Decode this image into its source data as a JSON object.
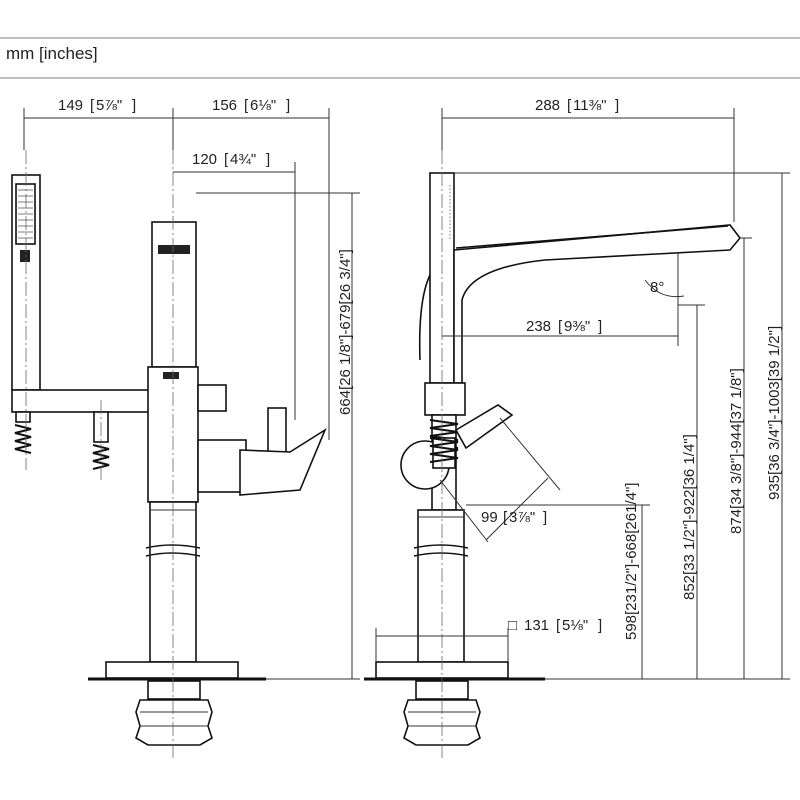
{
  "units_label": "mm [inches]",
  "dimensions": {
    "d149": {
      "value": "149",
      "imperial": "5⅞\""
    },
    "d156": {
      "value": "156",
      "imperial": "6⅛\""
    },
    "d120": {
      "value": "120",
      "imperial": "4¾\""
    },
    "d664": {
      "text": "664[26 1/8\"]-679[26 3/4\"]"
    },
    "d288": {
      "value": "288",
      "imperial": "11⅜\""
    },
    "d8deg": {
      "text": "8°"
    },
    "d238": {
      "value": "238",
      "imperial": "9⅜\""
    },
    "d99": {
      "value": "99",
      "imperial": "3⅞\""
    },
    "d131": {
      "value": "131",
      "imperial": "5⅛\"",
      "symbol": "□"
    },
    "d598": {
      "text": "598[231/2\"]-668[261/4\"]"
    },
    "d852": {
      "text": "852[33 1/2\"]-922[36 1/4\"]"
    },
    "d874": {
      "text": "874[34 3/8\"]-944[37 1/8\"]"
    },
    "d935": {
      "text": "935[36 3/4\"]-1003[39 1/2\"]"
    }
  }
}
